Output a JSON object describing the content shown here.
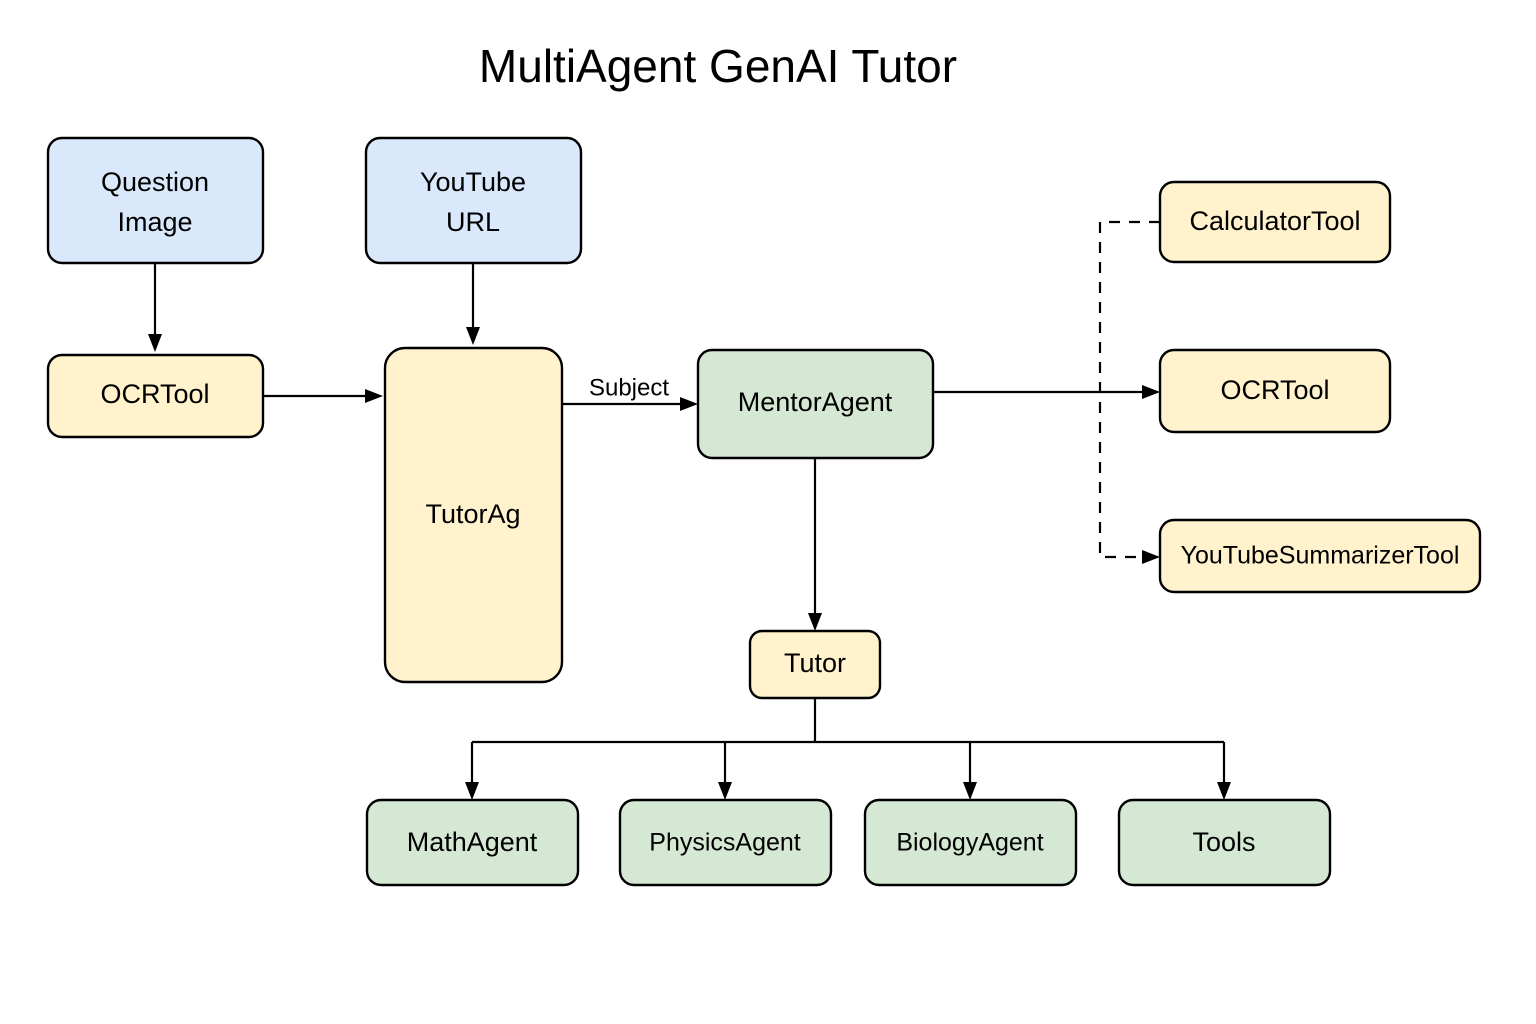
{
  "title": "MultiAgent GenAI Tutor",
  "colors": {
    "input": "#dae8fc",
    "tool": "#fff2cc",
    "agent": "#d5e8d4",
    "stroke": "#000000",
    "background": "#ffffff"
  },
  "nodes": {
    "question_image": {
      "label": "Question Image",
      "line1": "Question",
      "line2": "Image",
      "type": "input"
    },
    "youtube_url": {
      "label": "YouTube URL",
      "line1": "YouTube",
      "line2": "URL",
      "type": "input"
    },
    "ocrtool_left": {
      "label": "OCRTool",
      "type": "tool"
    },
    "tutor_ag": {
      "label": "TutorAg",
      "type": "tool"
    },
    "mentor_agent": {
      "label": "MentorAgent",
      "type": "agent"
    },
    "tutor": {
      "label": "Tutor",
      "type": "tool"
    },
    "calculator_tool": {
      "label": "CalculatorTool",
      "type": "tool"
    },
    "ocrtool_right": {
      "label": "OCRTool",
      "type": "tool"
    },
    "youtube_summarizer_tool": {
      "label": "YouTubeSummarizerTool",
      "type": "tool"
    },
    "math_agent": {
      "label": "MathAgent",
      "type": "agent"
    },
    "physics_agent": {
      "label": "PhysicsAgent",
      "type": "agent"
    },
    "biology_agent": {
      "label": "BiologyAgent",
      "type": "agent"
    },
    "tools": {
      "label": "Tools",
      "type": "agent"
    }
  },
  "edges": {
    "question_to_ocr": {
      "label": "",
      "style": "solid"
    },
    "youtube_to_tutorag": {
      "label": "",
      "style": "solid"
    },
    "ocr_to_tutorag": {
      "label": "",
      "style": "solid"
    },
    "tutorag_to_mentor": {
      "label": "Subject",
      "style": "solid"
    },
    "mentor_to_ocrtool": {
      "label": "",
      "style": "solid"
    },
    "mentor_to_tutor": {
      "label": "",
      "style": "solid"
    },
    "calculator_to_summarizer": {
      "label": "",
      "style": "dashed"
    },
    "tutor_to_math": {
      "label": "",
      "style": "solid"
    },
    "tutor_to_physics": {
      "label": "",
      "style": "solid"
    },
    "tutor_to_biology": {
      "label": "",
      "style": "solid"
    },
    "tutor_to_tools": {
      "label": "",
      "style": "solid"
    }
  }
}
